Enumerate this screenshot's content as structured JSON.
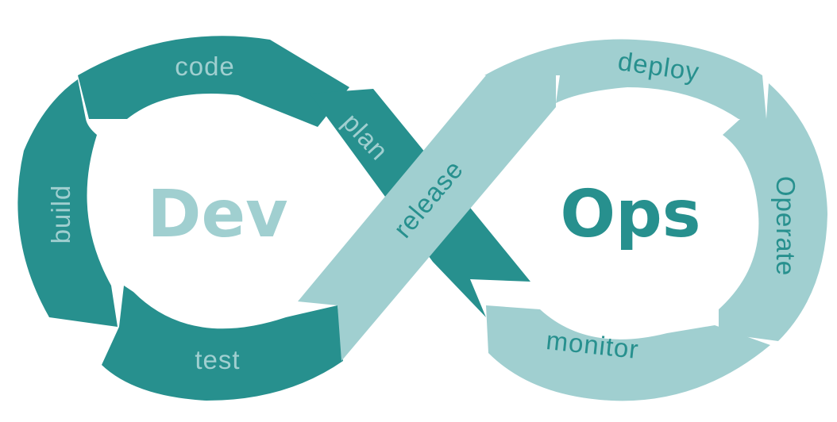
{
  "colors": {
    "dev": "#27908e",
    "ops": "#a0cfd0",
    "dev_text": "#a0cfd0",
    "ops_text": "#27908e",
    "background": "#ffffff"
  },
  "center": {
    "dev": "Dev",
    "ops": "Ops"
  },
  "stages": {
    "code": "code",
    "plan": "plan",
    "release": "release",
    "deploy": "deploy",
    "operate": "Operate",
    "monitor": "monitor",
    "test": "test",
    "build": "build"
  }
}
